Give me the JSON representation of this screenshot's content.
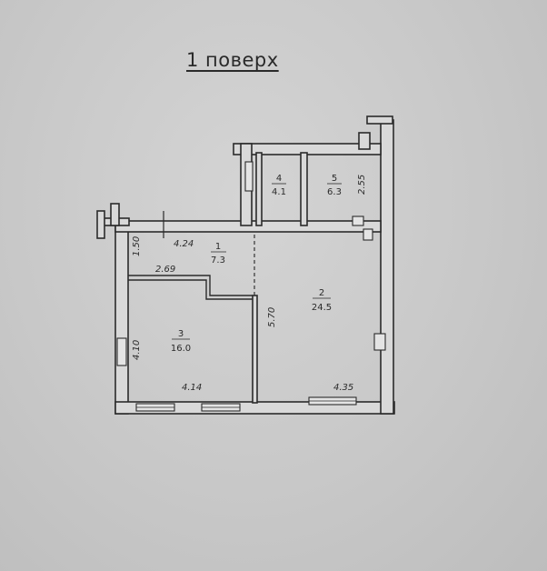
{
  "title": "1 поверх",
  "rooms": [
    {
      "number": "1",
      "area": "7.3"
    },
    {
      "number": "2",
      "area": "24.5"
    },
    {
      "number": "3",
      "area": "16.0"
    },
    {
      "number": "4",
      "area": "4.1"
    },
    {
      "number": "5",
      "area": "6.3"
    }
  ],
  "dimensions": {
    "corridor_width": "1.50",
    "corridor_length": "4.24",
    "room3_top": "2.69",
    "room3_height": "4.10",
    "room3_bottom": "4.14",
    "room2_height": "5.70",
    "room2_bottom": "4.35",
    "room5_height": "2.55"
  }
}
